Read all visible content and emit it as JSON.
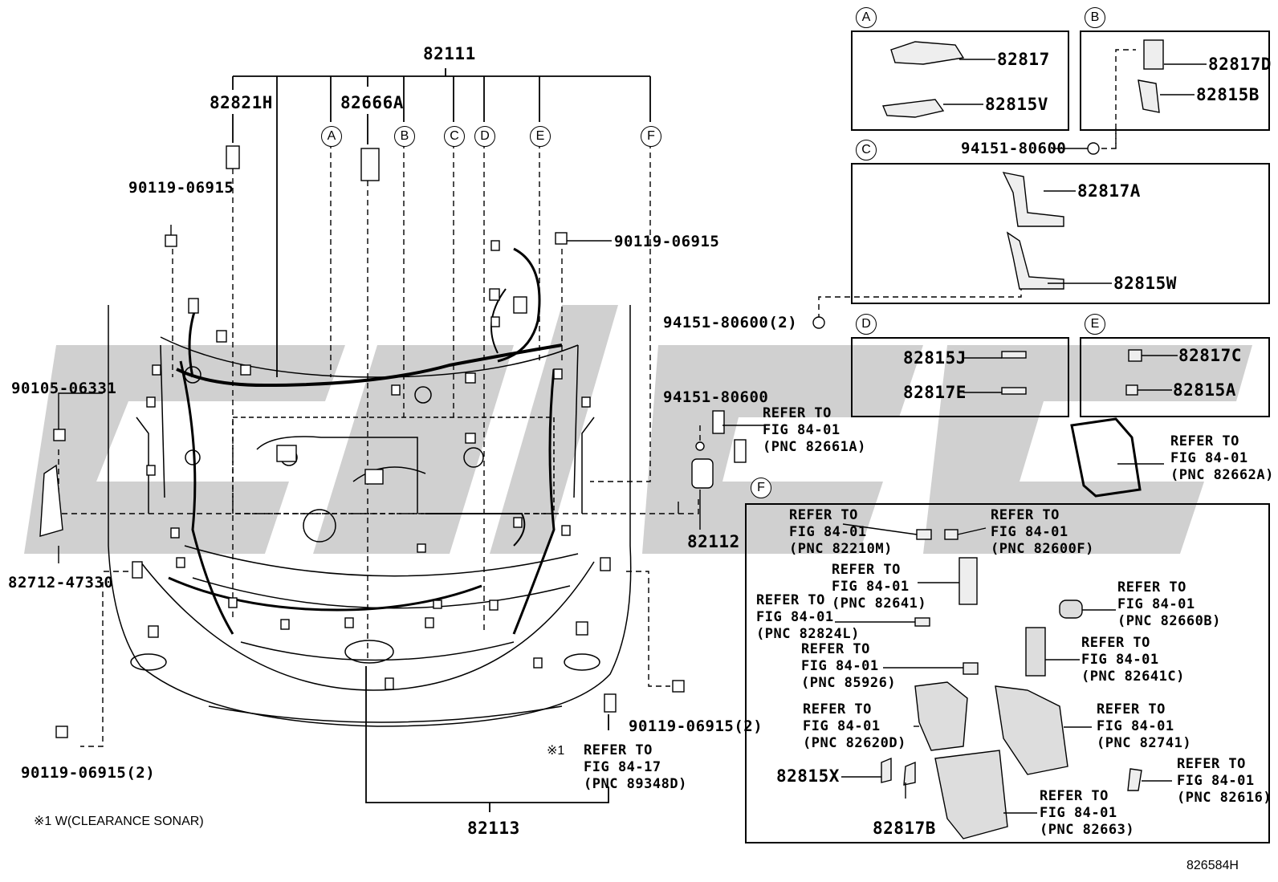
{
  "diagram": {
    "figure_code": "826584H",
    "main_parts": {
      "harness_top": "82111",
      "harness_bottom": "82113",
      "harness_right": "82112",
      "sub_821h": "82821H",
      "sub_666a": "82666A",
      "bracket": "82712-47330",
      "bolt_left_top": "90119-06915",
      "bolt_right_top": "90119-06915",
      "bolt_right_bottom": "90119-06915(2)",
      "bolt_left_bottom": "90119-06915(2)",
      "nut_left": "90105-06331",
      "clip_mid": "94151-80600(2)",
      "clip_lower": "94151-80600",
      "clip_b": "94151-80600"
    },
    "callouts": [
      "A",
      "B",
      "C",
      "D",
      "E",
      "F"
    ],
    "boxes": {
      "A": {
        "letter": "A",
        "parts": [
          "82817",
          "82815V"
        ]
      },
      "B": {
        "letter": "B",
        "parts": [
          "82817D",
          "82815B"
        ]
      },
      "C": {
        "letter": "C",
        "parts": [
          "82817A",
          "82815W"
        ]
      },
      "D": {
        "letter": "D",
        "parts": [
          "82815J",
          "82817E"
        ]
      },
      "E": {
        "letter": "E",
        "parts": [
          "82817C",
          "82815A"
        ]
      },
      "F": {
        "letter": "F",
        "parts": [
          "82815X",
          "82817B"
        ]
      }
    },
    "refs": {
      "r_661a": "REFER TO\nFIG 84-01\n(PNC 82661A)",
      "r_662a": "REFER TO\nFIG 84-01\n(PNC 82662A)",
      "r_348d": "REFER TO\nFIG 84-17\n(PNC 89348D)",
      "r_210m": "REFER TO\nFIG 84-01\n(PNC 82210M)",
      "r_600f": "REFER TO\nFIG 84-01\n(PNC 82600F)",
      "r_641": "REFER TO\nFIG 84-01\n(PNC 82641)",
      "r_660b": "REFER TO\nFIG 84-01\n(PNC 82660B)",
      "r_824l": "REFER TO\nFIG 84-01\n(PNC 82824L)",
      "r_641c": "REFER TO\nFIG 84-01\n(PNC 82641C)",
      "r_85926": "REFER TO\nFIG 84-01\n(PNC 85926)",
      "r_620d": "REFER TO\nFIG 84-01\n(PNC 82620D)",
      "r_741": "REFER TO\nFIG 84-01\n(PNC 82741)",
      "r_616": "REFER TO\nFIG 84-01\n(PNC 82616)",
      "r_663": "REFER TO\nFIG 84-01\n(PNC 82663)"
    },
    "note_mark": "※1",
    "footnote": "※1 W(CLEARANCE SONAR)"
  }
}
